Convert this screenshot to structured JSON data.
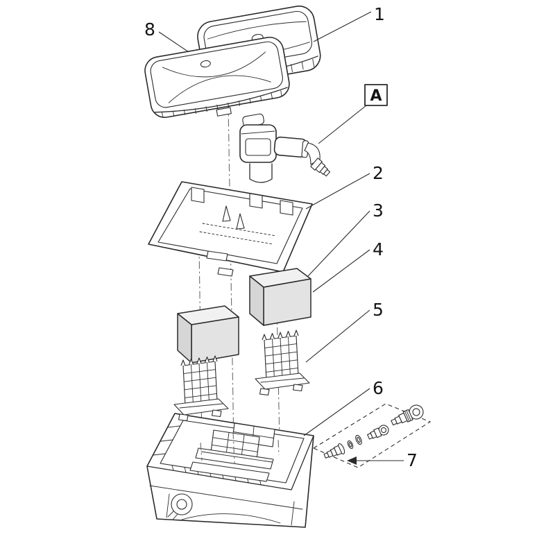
{
  "diagram": {
    "type": "exploded-parts-diagram",
    "colors": {
      "line": "#2a2a2a",
      "background": "#ffffff",
      "shade_light": "#f1f1f1",
      "shade_mid": "#e3e3e3",
      "shade_dark": "#d6d6d6",
      "dash": "#6b6b6b",
      "callout_text": "#141414"
    },
    "callouts": {
      "c1": "1",
      "c2": "2",
      "c3": "3",
      "c4": "4",
      "c5": "5",
      "c6": "6",
      "c7": "7",
      "c8": "8",
      "cA": "A"
    }
  }
}
